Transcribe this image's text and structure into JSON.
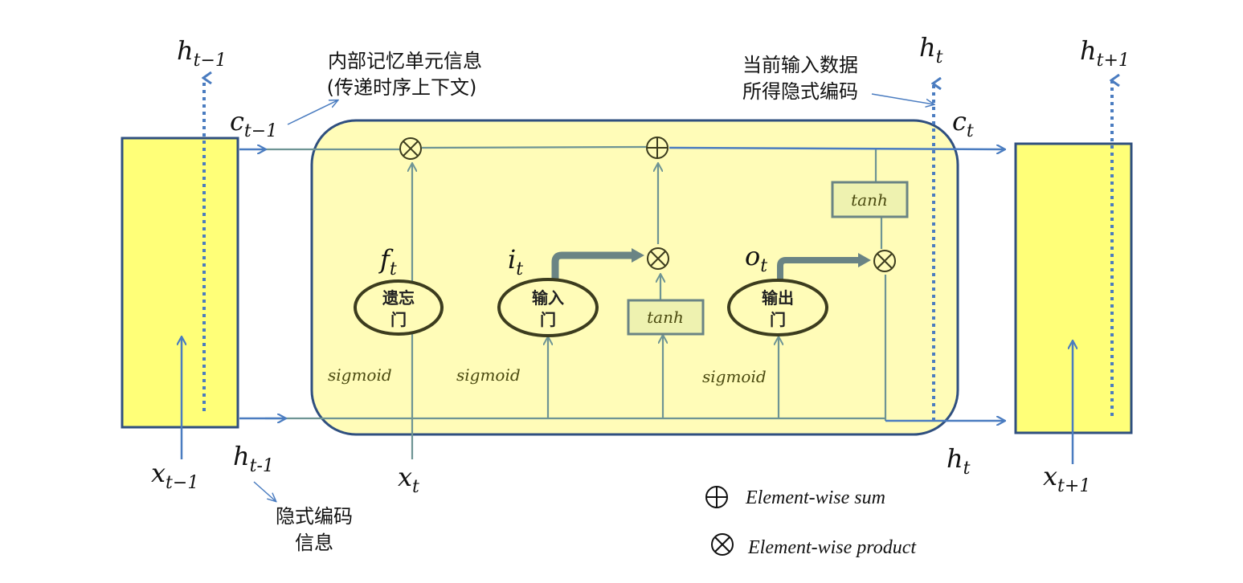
{
  "outer_labels": {
    "h_prev_top": {
      "base": "h",
      "sub": "t−1"
    },
    "c_prev": {
      "base": "c",
      "sub": "t−1"
    },
    "h_t_top": {
      "base": "h",
      "sub": "t"
    },
    "c_t": {
      "base": "c",
      "sub": "t"
    },
    "h_next_top": {
      "base": "h",
      "sub": "t+1"
    },
    "x_prev": {
      "base": "x",
      "sub": "t−1"
    },
    "h_prev_bottom": {
      "base": "h",
      "sub": "t-1"
    },
    "x_t": {
      "base": "x",
      "sub": "t"
    },
    "h_t_bottom": {
      "base": "h",
      "sub": "t"
    },
    "x_next": {
      "base": "x",
      "sub": "t+1"
    }
  },
  "annotations": {
    "memory_line1": "内部记忆单元信息",
    "memory_line2": "(传递时序上下文)",
    "encoding_line1": "当前输入数据",
    "encoding_line2": "所得隐式编码",
    "hidden_line1": "隐式编码",
    "hidden_line2": "信息"
  },
  "gates": {
    "forget": {
      "line1": "遗忘",
      "line2": "门",
      "symbol": {
        "base": "f",
        "sub": "t"
      },
      "activation": "sigmoid"
    },
    "input": {
      "line1": "输入",
      "line2": "门",
      "symbol": {
        "base": "i",
        "sub": "t"
      },
      "activation": "sigmoid"
    },
    "output": {
      "line1": "输出",
      "line2": "门",
      "symbol": {
        "base": "o",
        "sub": "t"
      },
      "activation": "sigmoid"
    }
  },
  "tanh_boxes": {
    "candidate": "tanh",
    "cell_output": "tanh"
  },
  "legend": {
    "sum_label": "Element-wise sum",
    "product_label": "Element-wise product"
  },
  "colors": {
    "cell_fill": "#fffcb8",
    "cell_border": "#2f4f7f",
    "side_box_fill": "#ffff78",
    "side_box_border": "#2f4f7f",
    "flow_arrow": "#4a7cc0",
    "inner_line": "#6e9494",
    "gate_border": "#3c3c1e",
    "tanh_fill": "#eef2b0",
    "thick_arrow": "#6a8484"
  }
}
